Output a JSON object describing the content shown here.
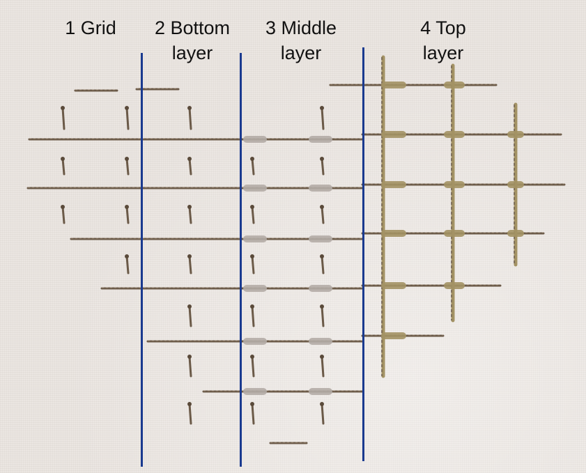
{
  "figure": {
    "sections": [
      {
        "line1": "1 Grid",
        "line2": ""
      },
      {
        "line1": "2 Bottom",
        "line2": "layer"
      },
      {
        "line1": "3 Middle",
        "line2": "layer"
      },
      {
        "line1": "4 Top",
        "line2": "layer"
      }
    ],
    "colors": {
      "fabric": "#ebe6e2",
      "divider": "#1a3a8f",
      "thread": "#6b5a48",
      "middle_wrap": "#b4aca6",
      "top_wrap": "#a39264"
    }
  }
}
